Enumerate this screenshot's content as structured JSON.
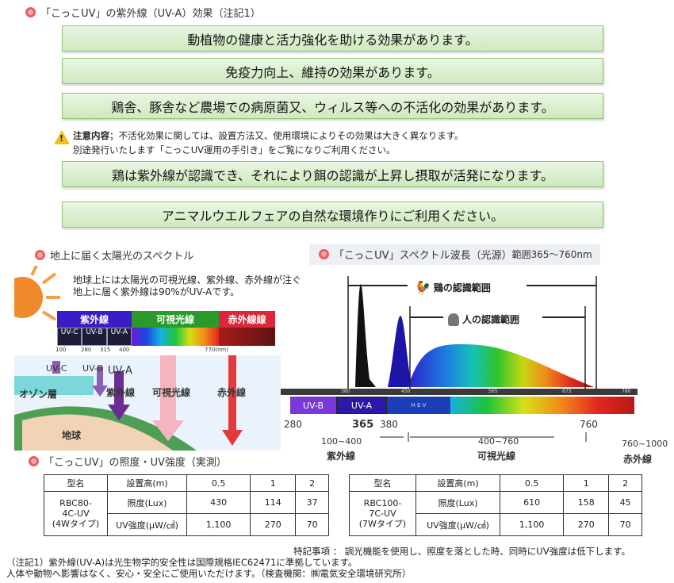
{
  "section1": {
    "title": "「こっこUV」の紫外線（UV-A）効果（注記1）"
  },
  "effects": [
    "動植物の健康と活力強化を助ける効果があります。",
    "免疫力向上、維持の効果があります。",
    "鶏舎、豚舎など農場での病原菌又、ウィルス等への不活化の効果があります。",
    "鶏は紫外線が認識でき、それにより餌の認識が上昇し摂取が活発になります。",
    "アニマルウエルフェアの自然な環境作りにご利用ください。"
  ],
  "caution": {
    "label": "注意内容",
    "line1": "；不活化効果に関しては、設置方法又、使用環境によりその効果は大きく異なります。",
    "line2": "別途発行いたします「こっこUV運用の手引き」をご覧になりご利用ください。"
  },
  "solar": {
    "title": "地上に届く太陽光のスペクトル",
    "desc1": "地球上には太陽光の可視光線、紫外線、赤外線が注ぐ",
    "desc2": "地上に届く紫外線は90%がUV-Aです。",
    "band_uv": "紫外線",
    "band_vis": "可視光線",
    "band_ir": "赤外線線",
    "sub_c": "UV-C",
    "sub_b": "UV-B",
    "sub_a": "UV-A",
    "ticks": [
      "100",
      "280",
      "315",
      "400",
      "770(nm)"
    ],
    "lbl_uvc": "UV-C",
    "lbl_uvb": "UV-B",
    "lbl_uva": "UV-A",
    "ozone": "オゾン層",
    "uv": "紫外線",
    "vis": "可視光線",
    "ir": "赤外線",
    "earth": "地球"
  },
  "spectrum": {
    "title": "「こっこUV」スペクトル波長（光源）",
    "range": "範囲365～760nm",
    "chicken_label": "鶏の認識範囲",
    "human_label": "人の認識範囲",
    "axis_ticks": [
      "380",
      "450",
      "565",
      "673",
      "780"
    ],
    "bar_uvb": "UV-B",
    "bar_uva": "UV-A",
    "bar_hev": "H E V",
    "n280": "280",
    "n365": "365",
    "n380": "380",
    "n760": "760",
    "r1": "100~400",
    "r1name": "紫外線",
    "r2": "400~760",
    "r2name": "可視光線",
    "r3": "760~1000",
    "r3name": "赤外線"
  },
  "section3": {
    "title": "「こっこUV」の照度・UV強度（実測）"
  },
  "tables": [
    {
      "headers": [
        "型名",
        "設置高(m)",
        "0.5",
        "1",
        "2"
      ],
      "model": [
        "RBC80-",
        "4C-UV",
        "(4Wタイプ)"
      ],
      "rows": [
        {
          "label": "照度(Lux)",
          "values": [
            "430",
            "114",
            "37"
          ]
        },
        {
          "label": "UV強度(μW/㎠)",
          "values": [
            "1,100",
            "270",
            "70"
          ]
        }
      ]
    },
    {
      "headers": [
        "型名",
        "設置高(m)",
        "0.5",
        "1",
        "2"
      ],
      "model": [
        "RBC100-",
        "7C-UV",
        "(7Wタイプ)"
      ],
      "rows": [
        {
          "label": "照度(Lux)",
          "values": [
            "610",
            "158",
            "45"
          ]
        },
        {
          "label": "UV強度(μW/㎠)",
          "values": [
            "1,100",
            "270",
            "70"
          ]
        }
      ]
    }
  ],
  "footer": {
    "special": "特記事項 ： 調光機能を使用し、照度を落とした時、同時にUV強度は低下します。",
    "note1": "（注記1）紫外線(UV-A)は光生物学的安全性は国際規格IEC62471に準拠しています。",
    "note2": "人体や動物へ影響はなく、安心・安全にご使用いただけます。（検査機関：㈱電気安全環境研究所）"
  },
  "colors": {
    "bullet": "#e95e5e",
    "effect_border": "#8fc57b",
    "uv_band": "#3b1cc7",
    "vis_band": "#2a9a2a",
    "ir_band": "#d8283a"
  }
}
